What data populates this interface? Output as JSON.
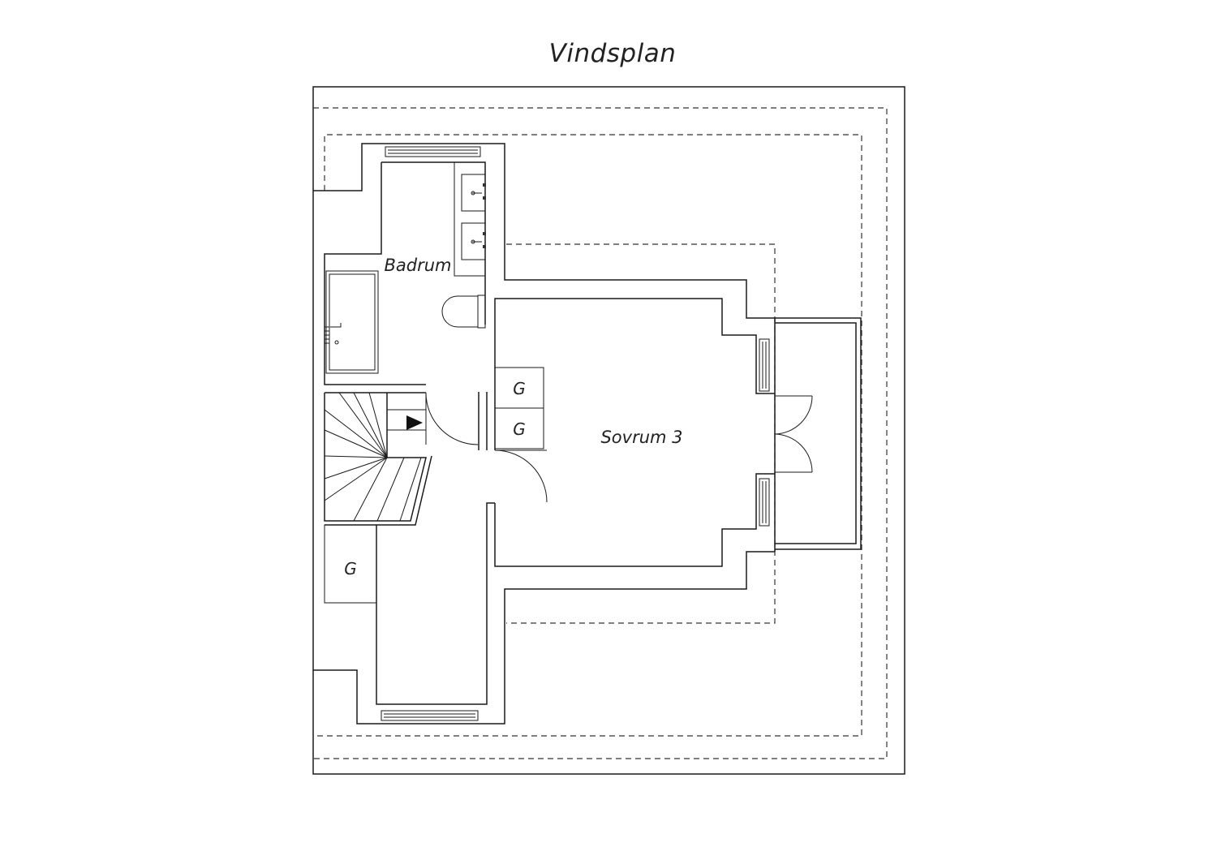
{
  "title": "Vindsplan",
  "rooms": {
    "bathroom": "Badrum",
    "bedroom": "Sovrum 3"
  },
  "closets": [
    "G",
    "G",
    "G"
  ]
}
